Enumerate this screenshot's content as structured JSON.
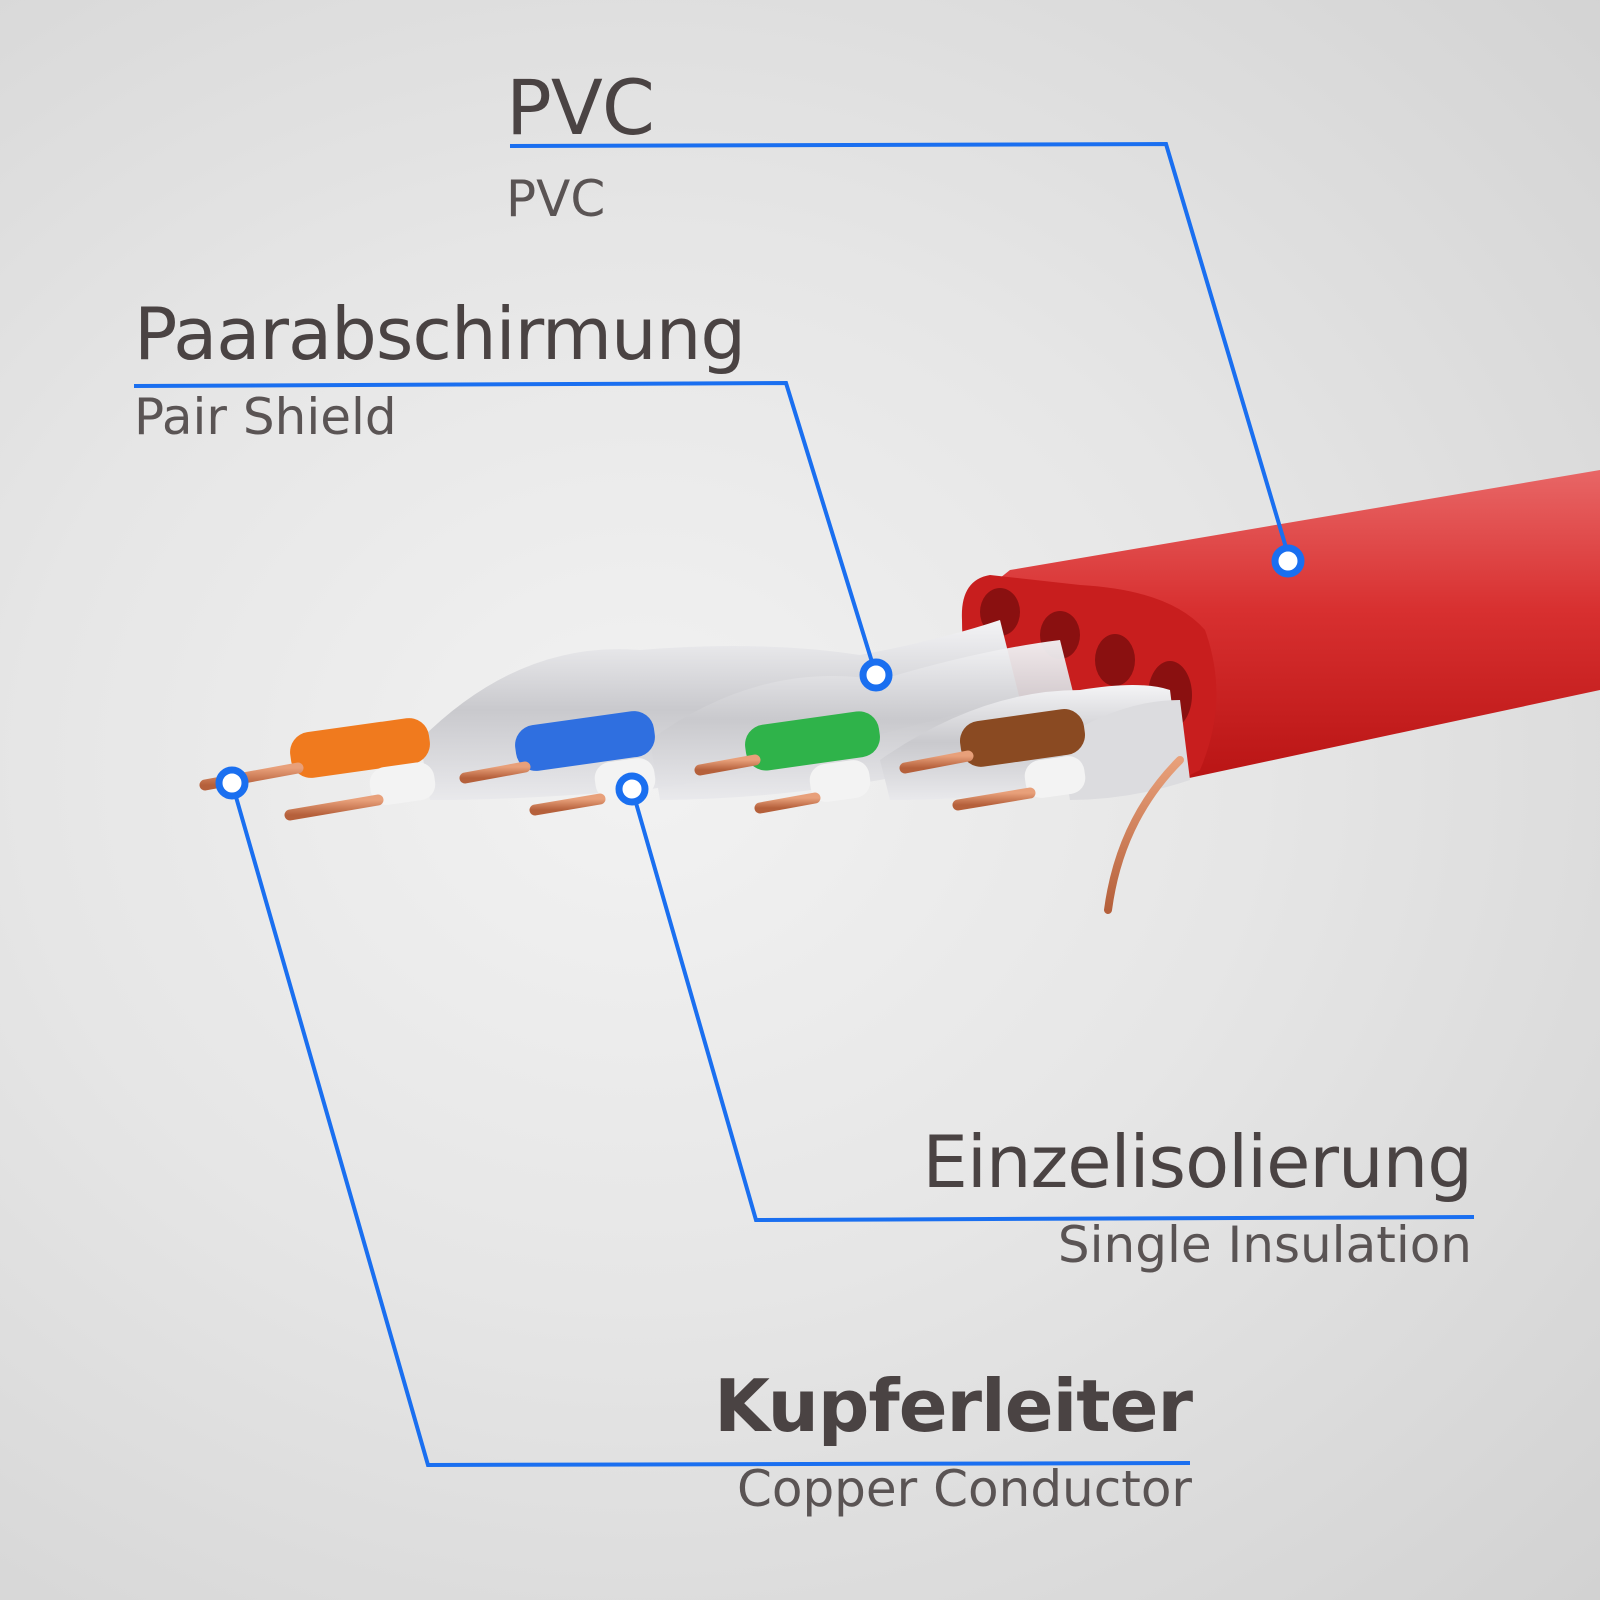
{
  "labels": {
    "pvc": {
      "de": "PVC",
      "en": "PVC"
    },
    "pair_shield": {
      "de": "Paarabschirmung",
      "en": "Pair Shield"
    },
    "single_insulation": {
      "de": "Einzelisolierung",
      "en": "Single Insulation"
    },
    "copper_conductor": {
      "de": "Kupferleiter",
      "en": "Copper Conductor"
    }
  },
  "colors": {
    "callout": "#1a6ff0",
    "jacket": "#d92a2a",
    "text": "#4a4343",
    "pairs": [
      "#f07a1e",
      "#2f6fe0",
      "#2fb34a",
      "#8a4a22"
    ],
    "copper": "#c9744e",
    "shield": "#cfcfd2"
  }
}
